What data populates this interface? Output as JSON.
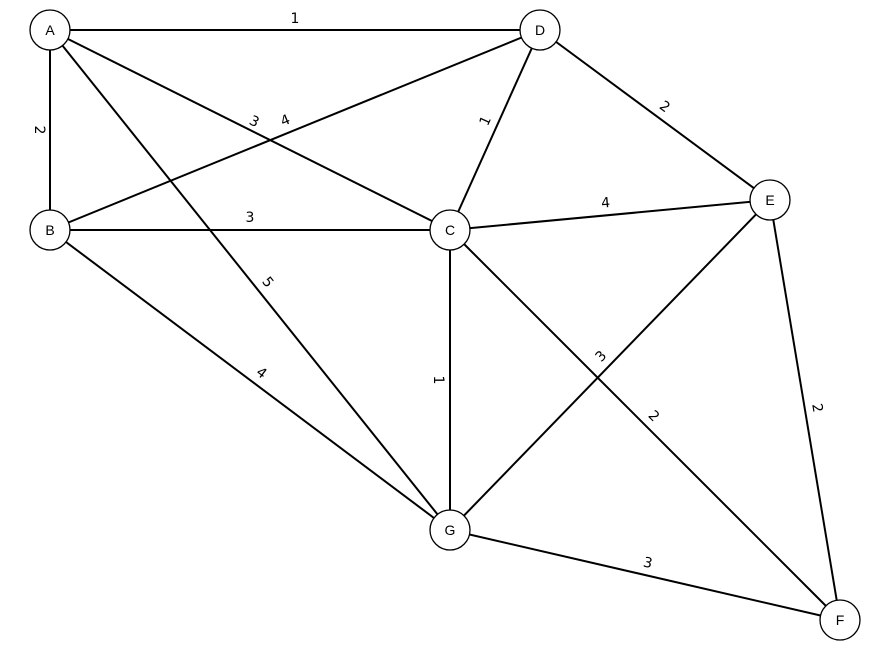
{
  "graph": {
    "nodes": [
      {
        "id": "A",
        "label": "A"
      },
      {
        "id": "B",
        "label": "B"
      },
      {
        "id": "C",
        "label": "C"
      },
      {
        "id": "D",
        "label": "D"
      },
      {
        "id": "E",
        "label": "E"
      },
      {
        "id": "F",
        "label": "F"
      },
      {
        "id": "G",
        "label": "G"
      }
    ],
    "edges": [
      {
        "from": "A",
        "to": "D",
        "weight": "1"
      },
      {
        "from": "A",
        "to": "B",
        "weight": "2"
      },
      {
        "from": "A",
        "to": "C",
        "weight": "3"
      },
      {
        "from": "A",
        "to": "G",
        "weight": "5"
      },
      {
        "from": "B",
        "to": "D",
        "weight": "4"
      },
      {
        "from": "B",
        "to": "C",
        "weight": "3"
      },
      {
        "from": "B",
        "to": "G",
        "weight": "4"
      },
      {
        "from": "D",
        "to": "C",
        "weight": "1"
      },
      {
        "from": "D",
        "to": "E",
        "weight": "2"
      },
      {
        "from": "C",
        "to": "E",
        "weight": "4"
      },
      {
        "from": "C",
        "to": "G",
        "weight": "1"
      },
      {
        "from": "C",
        "to": "F",
        "weight": "2"
      },
      {
        "from": "E",
        "to": "G",
        "weight": "3"
      },
      {
        "from": "E",
        "to": "F",
        "weight": "2"
      },
      {
        "from": "G",
        "to": "F",
        "weight": "3"
      }
    ]
  }
}
